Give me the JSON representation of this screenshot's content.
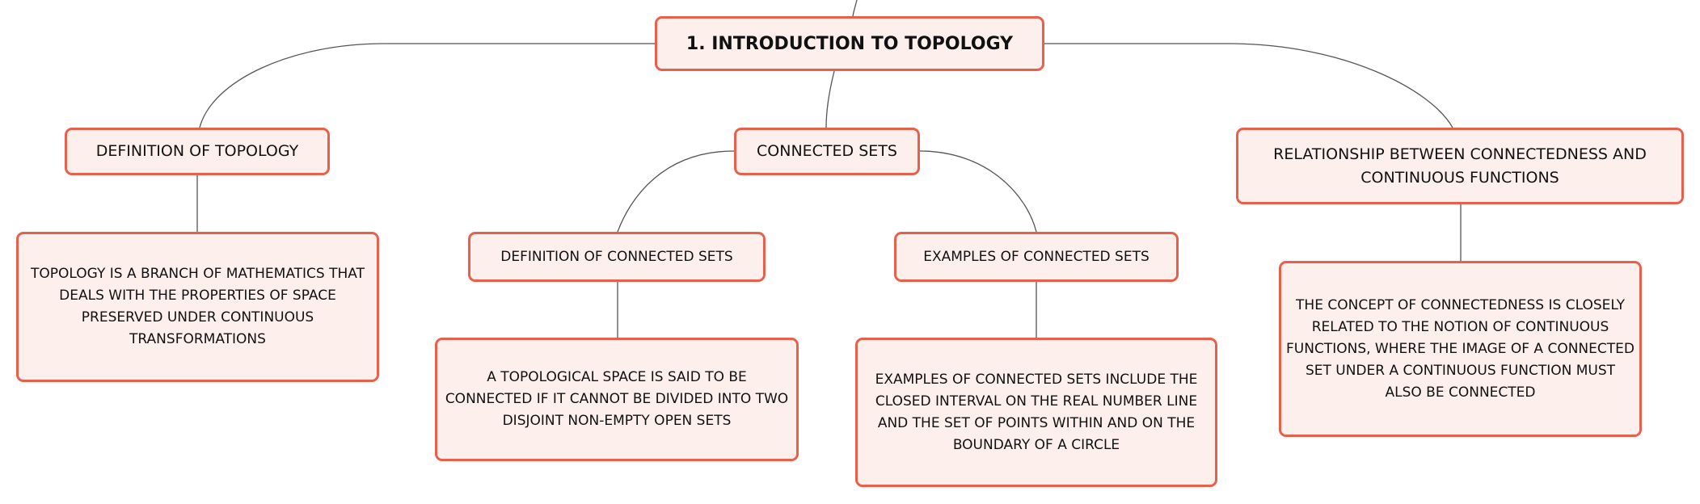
{
  "root": {
    "label": "1. INTRODUCTION TO TOPOLOGY"
  },
  "branches": {
    "definition": {
      "label": "DEFINITION OF TOPOLOGY",
      "detail": "TOPOLOGY IS A BRANCH OF MATHEMATICS THAT DEALS WITH THE PROPERTIES OF SPACE PRESERVED UNDER CONTINUOUS TRANSFORMATIONS"
    },
    "connected_sets": {
      "label": "CONNECTED SETS",
      "definition": {
        "label": "DEFINITION OF CONNECTED SETS",
        "detail": "A TOPOLOGICAL SPACE IS SAID TO BE CONNECTED IF IT CANNOT BE DIVIDED INTO TWO DISJOINT NON-EMPTY OPEN SETS"
      },
      "examples": {
        "label": "EXAMPLES OF CONNECTED SETS",
        "detail": "EXAMPLES OF CONNECTED SETS INCLUDE THE CLOSED INTERVAL ON THE REAL NUMBER LINE AND THE SET OF POINTS WITHIN AND ON THE BOUNDARY OF A CIRCLE"
      }
    },
    "relationship": {
      "label": "RELATIONSHIP BETWEEN CONNECTEDNESS AND CONTINUOUS FUNCTIONS",
      "detail": "THE CONCEPT OF CONNECTEDNESS IS CLOSELY RELATED TO THE NOTION OF CONTINUOUS FUNCTIONS, WHERE THE IMAGE OF A CONNECTED SET UNDER A CONTINUOUS FUNCTION MUST ALSO BE CONNECTED"
    }
  },
  "colors": {
    "node_border": "#e8604c",
    "node_fill": "#fdf0ec",
    "connector": "#555555",
    "text": "#111111"
  }
}
